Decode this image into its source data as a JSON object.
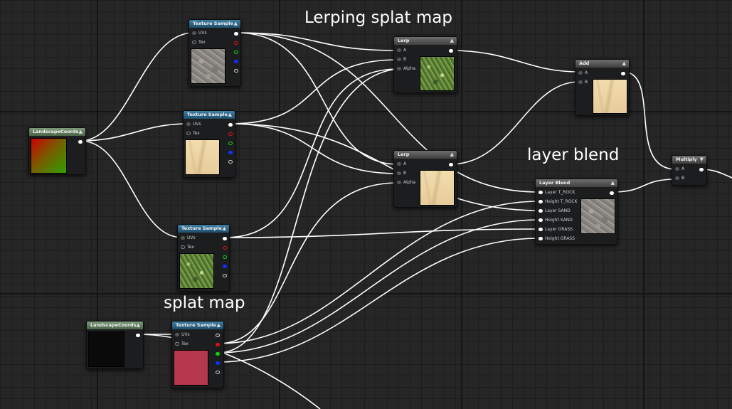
{
  "annotations": {
    "lerping_splat_map": "Lerping splat map",
    "layer_blend": "layer blend",
    "splat_map": "splat map"
  },
  "nodes": {
    "texture_sample_top": {
      "title": "Texture Sample",
      "inputs": [
        "UVs",
        "Tex"
      ],
      "outputs": [
        "white",
        "red",
        "green",
        "blue",
        "alpha"
      ]
    },
    "texture_sample_mid": {
      "title": "Texture Sample",
      "inputs": [
        "UVs",
        "Tex"
      ],
      "outputs": [
        "white",
        "red",
        "green",
        "blue",
        "alpha"
      ]
    },
    "texture_sample_grass": {
      "title": "Texture Sample",
      "inputs": [
        "UVs",
        "Tex"
      ],
      "outputs": [
        "white",
        "red",
        "green",
        "blue",
        "alpha"
      ]
    },
    "texture_sample_splat": {
      "title": "Texture Sample",
      "inputs": [
        "UVs",
        "Tex"
      ],
      "outputs": [
        "white",
        "red",
        "green",
        "blue",
        "alpha"
      ]
    },
    "landscape_coords_top": {
      "title": "LandscapeCoords"
    },
    "landscape_coords_bottom": {
      "title": "LandscapeCoords"
    },
    "lerp_top": {
      "title": "Lerp",
      "inputs": [
        "A",
        "B",
        "Alpha"
      ]
    },
    "lerp_bottom": {
      "title": "Lerp",
      "inputs": [
        "A",
        "B",
        "Alpha"
      ]
    },
    "add": {
      "title": "Add",
      "inputs": [
        "A",
        "B"
      ]
    },
    "multiply": {
      "title": "Multiply",
      "inputs": [
        "A",
        "B"
      ]
    },
    "layer_blend": {
      "title": "Layer Blend",
      "inputs": [
        "Layer T_ROCK",
        "Height T_ROCK",
        "Layer SAND",
        "Height SAND",
        "Layer GRASS",
        "Height GRASS"
      ]
    }
  },
  "colors": {
    "texture_sample_header": "#2f6a8e",
    "coords_header": "#5d7a5b",
    "math_header": "#555555",
    "wire": "#ffffff",
    "pin_red": "#e01010",
    "pin_green": "#10d010",
    "pin_blue": "#1030ff"
  }
}
